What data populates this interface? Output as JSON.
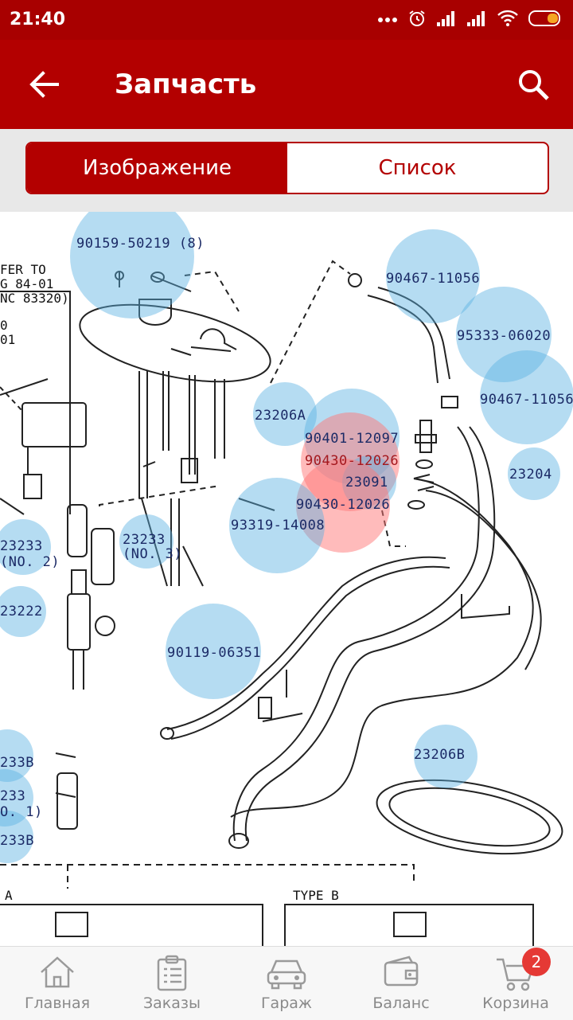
{
  "status_bar": {
    "time": "21:40"
  },
  "app_bar": {
    "title": "Запчасть"
  },
  "tabs": [
    {
      "label": "Изображение",
      "active": true
    },
    {
      "label": "Список",
      "active": false
    }
  ],
  "diagram": {
    "fragment_labels": [
      "FER TO",
      "G 84-01",
      "NC 83320)",
      "0",
      "01",
      "TYPE B",
      "A"
    ],
    "parts": [
      {
        "code": "90159-50219 (8)"
      },
      {
        "code": "90467-11056"
      },
      {
        "code": "95333-06020"
      },
      {
        "code": "90467-11056"
      },
      {
        "code": "23206A"
      },
      {
        "code": "90401-12097"
      },
      {
        "code": "90430-12026"
      },
      {
        "code": "23091"
      },
      {
        "code": "23204"
      },
      {
        "code": "90430-12026"
      },
      {
        "code": "93319-14008"
      },
      {
        "code": "23233"
      },
      {
        "code": "(NO. 2)"
      },
      {
        "code": "23233"
      },
      {
        "code": "(NO. 3)"
      },
      {
        "code": "23222"
      },
      {
        "code": "90119-06351"
      },
      {
        "code": "23206B"
      },
      {
        "code": "233B"
      },
      {
        "code": "233"
      },
      {
        "code": "O. 1)"
      },
      {
        "code": "233B"
      }
    ]
  },
  "bottom_nav": [
    {
      "label": "Главная",
      "icon": "home-icon"
    },
    {
      "label": "Заказы",
      "icon": "orders-icon"
    },
    {
      "label": "Гараж",
      "icon": "car-icon"
    },
    {
      "label": "Баланс",
      "icon": "wallet-icon"
    },
    {
      "label": "Корзина",
      "icon": "cart-icon"
    }
  ],
  "cart_badge": "2",
  "colors": {
    "primary": "#b30000",
    "status_bar": "#a80000",
    "bubble": "#5bb2e3",
    "bubble_selected": "#ff7878"
  }
}
